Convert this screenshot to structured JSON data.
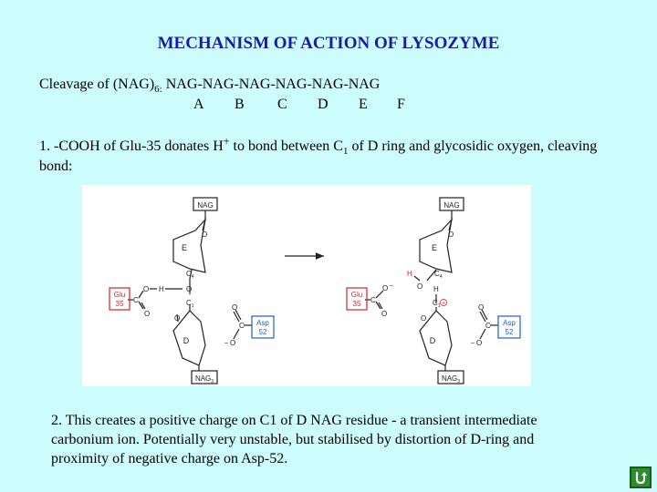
{
  "title": "MECHANISM OF ACTION OF LYSOZYME",
  "cleavage": {
    "prefix": "Cleavage of (NAG)",
    "subscript": "6:",
    "chain": "NAG-NAG-NAG-NAG-NAG-NAG",
    "letters": [
      "A",
      "B",
      "C",
      "D",
      "E",
      "F"
    ]
  },
  "point1": {
    "text_a": "1.  -COOH of Glu-35 donates H",
    "superscript": "+",
    "text_b": " to bond between C",
    "subscript": "1",
    "text_c": " of D ring and glycosidic oxygen, cleaving bond:"
  },
  "diagram": {
    "nag_top": "NAG",
    "nag_bottom": "NAG",
    "nag_bottom_sub": "3",
    "ring_e": "E",
    "ring_d": "D",
    "c4": "C",
    "c4_sub": "4",
    "c1": "C",
    "c1_sub": "1",
    "o": "O",
    "h": "H",
    "c": "C",
    "glu": "Glu",
    "glu_num": "35",
    "asp": "Asp",
    "asp_num": "52",
    "minus": "–",
    "plus": "+",
    "colors": {
      "glu": "#e02020",
      "asp": "#2060c0",
      "ink": "#222222"
    }
  },
  "point2": "2.  This creates a positive charge on C1 of D NAG residue - a transient intermediate carbonium ion.  Potentially very unstable, but stabilised by distortion of D-ring and proximity of negative charge on Asp-52.",
  "home_button_icon": "u-turn-arrow-icon"
}
